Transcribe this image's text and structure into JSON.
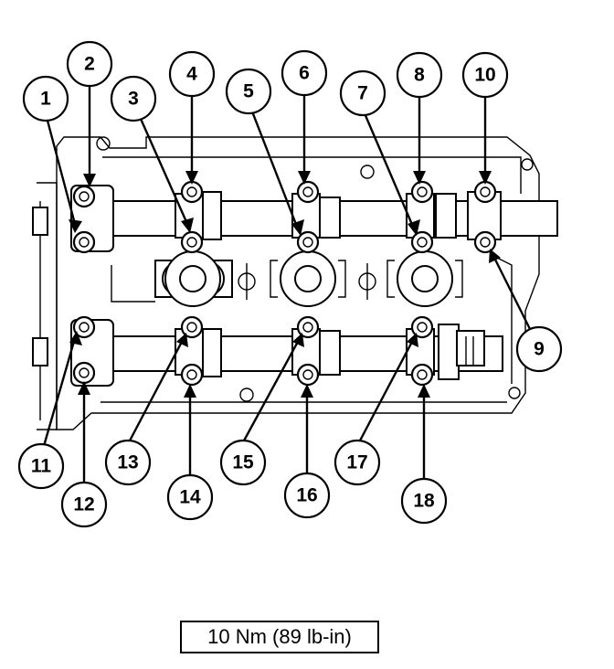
{
  "callouts": {
    "c1": "1",
    "c2": "2",
    "c3": "3",
    "c4": "4",
    "c5": "5",
    "c6": "6",
    "c7": "7",
    "c8": "8",
    "c9": "9",
    "c10": "10",
    "c11": "11",
    "c12": "12",
    "c13": "13",
    "c14": "14",
    "c15": "15",
    "c16": "16",
    "c17": "17",
    "c18": "18"
  },
  "torque_spec": "10 Nm (89 lb-in)"
}
